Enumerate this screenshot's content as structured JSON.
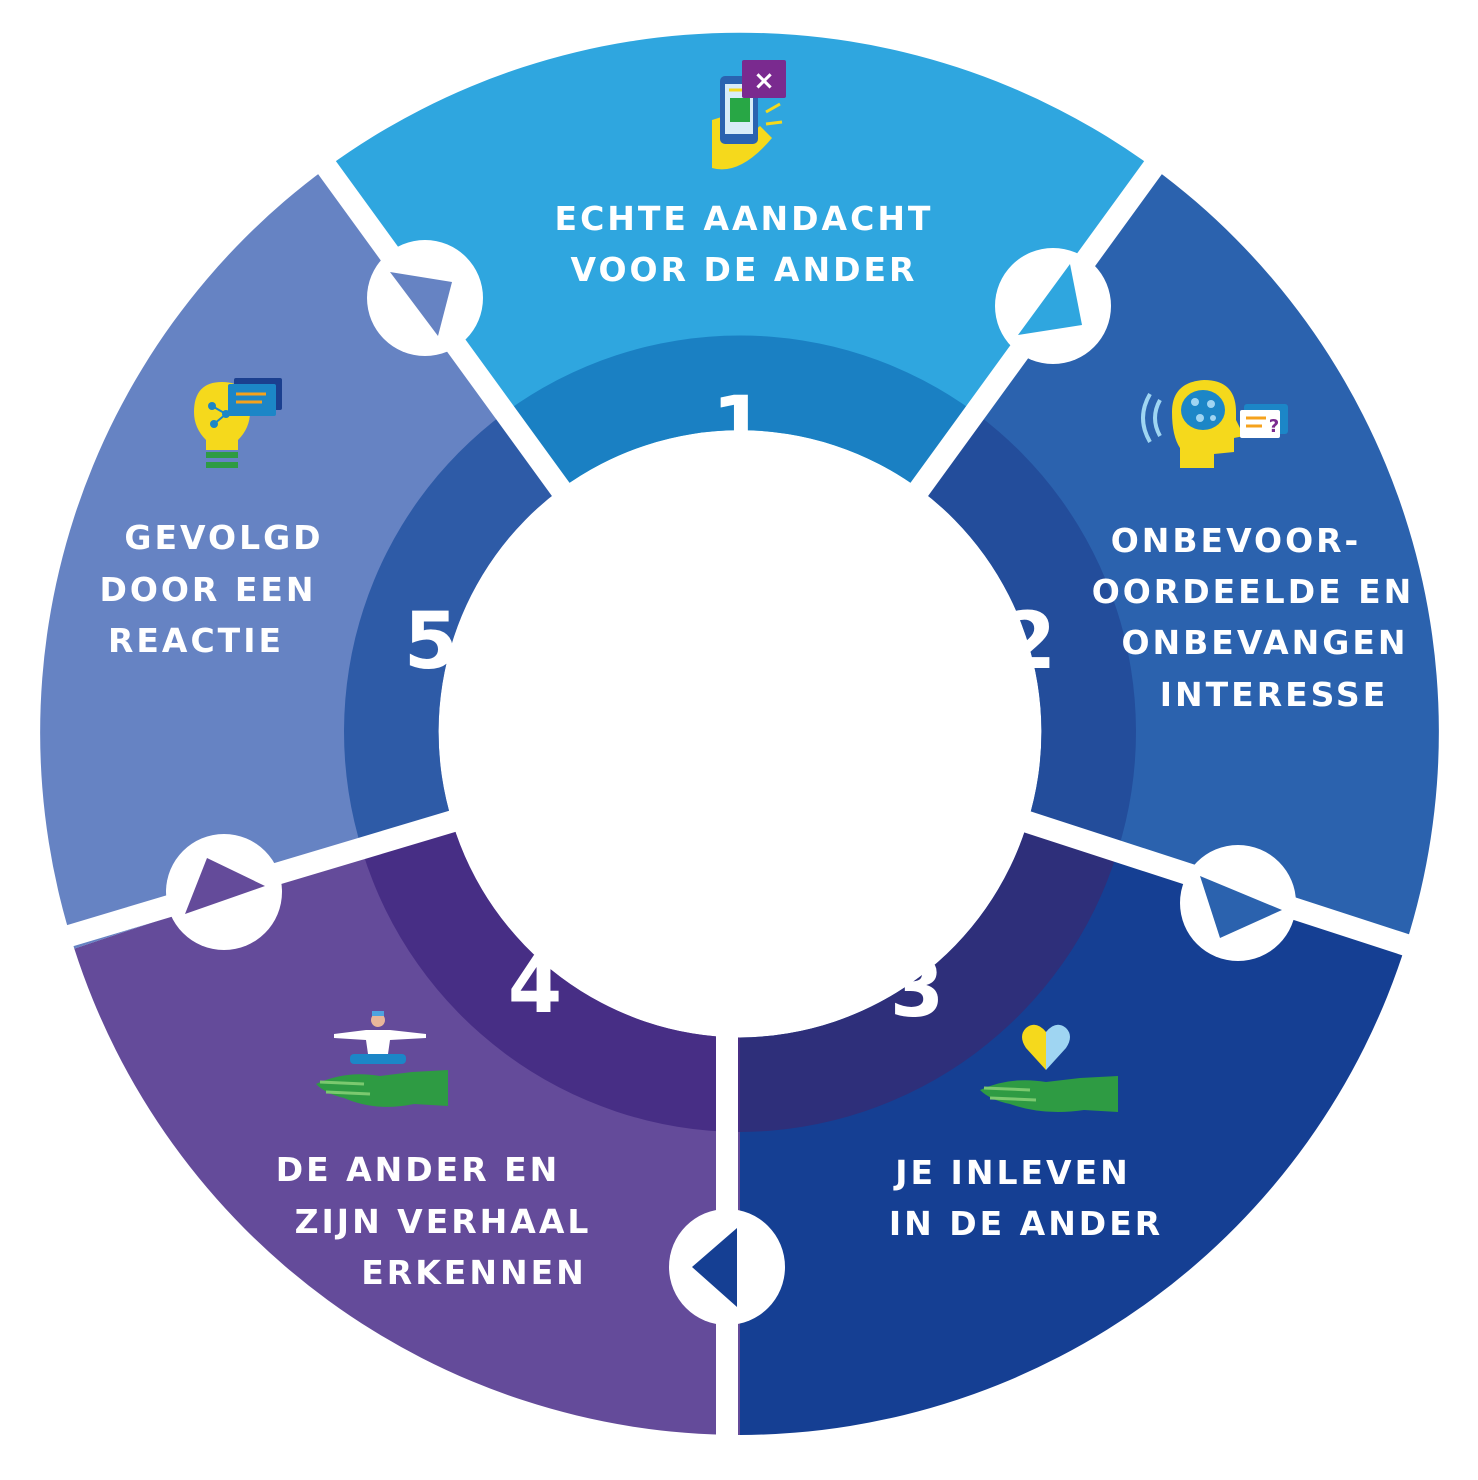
{
  "segments": [
    {
      "number": "1",
      "lines": [
        "ECHTE AANDACHT",
        "VOOR DE ANDER"
      ],
      "icon": "phone-in-hand-icon",
      "outer_color": "#2fa6df",
      "inner_color": "#1a80c3"
    },
    {
      "number": "2",
      "lines": [
        "ONBEVOOR-",
        "OORDEELDE EN",
        "ONBEVANGEN",
        "INTERESSE"
      ],
      "icon": "brain-head-icon",
      "outer_color": "#2b62ae",
      "inner_color": "#234d9b"
    },
    {
      "number": "3",
      "lines": [
        "JE INLEVEN",
        "IN DE ANDER"
      ],
      "icon": "heart-in-hand-icon",
      "outer_color": "#153f93",
      "inner_color": "#2e2f7a"
    },
    {
      "number": "4",
      "lines": [
        "DE ANDER EN",
        "ZIJN VERHAAL",
        "ERKENNEN"
      ],
      "icon": "meditating-person-hand-icon",
      "outer_color": "#644b9a",
      "inner_color": "#472e85"
    },
    {
      "number": "5",
      "lines": [
        "GEVOLGD",
        "DOOR EEN",
        "REACTIE"
      ],
      "icon": "lightbulb-chat-icon",
      "outer_color": "#6683c3",
      "inner_color": "#2e5ba7"
    }
  ]
}
